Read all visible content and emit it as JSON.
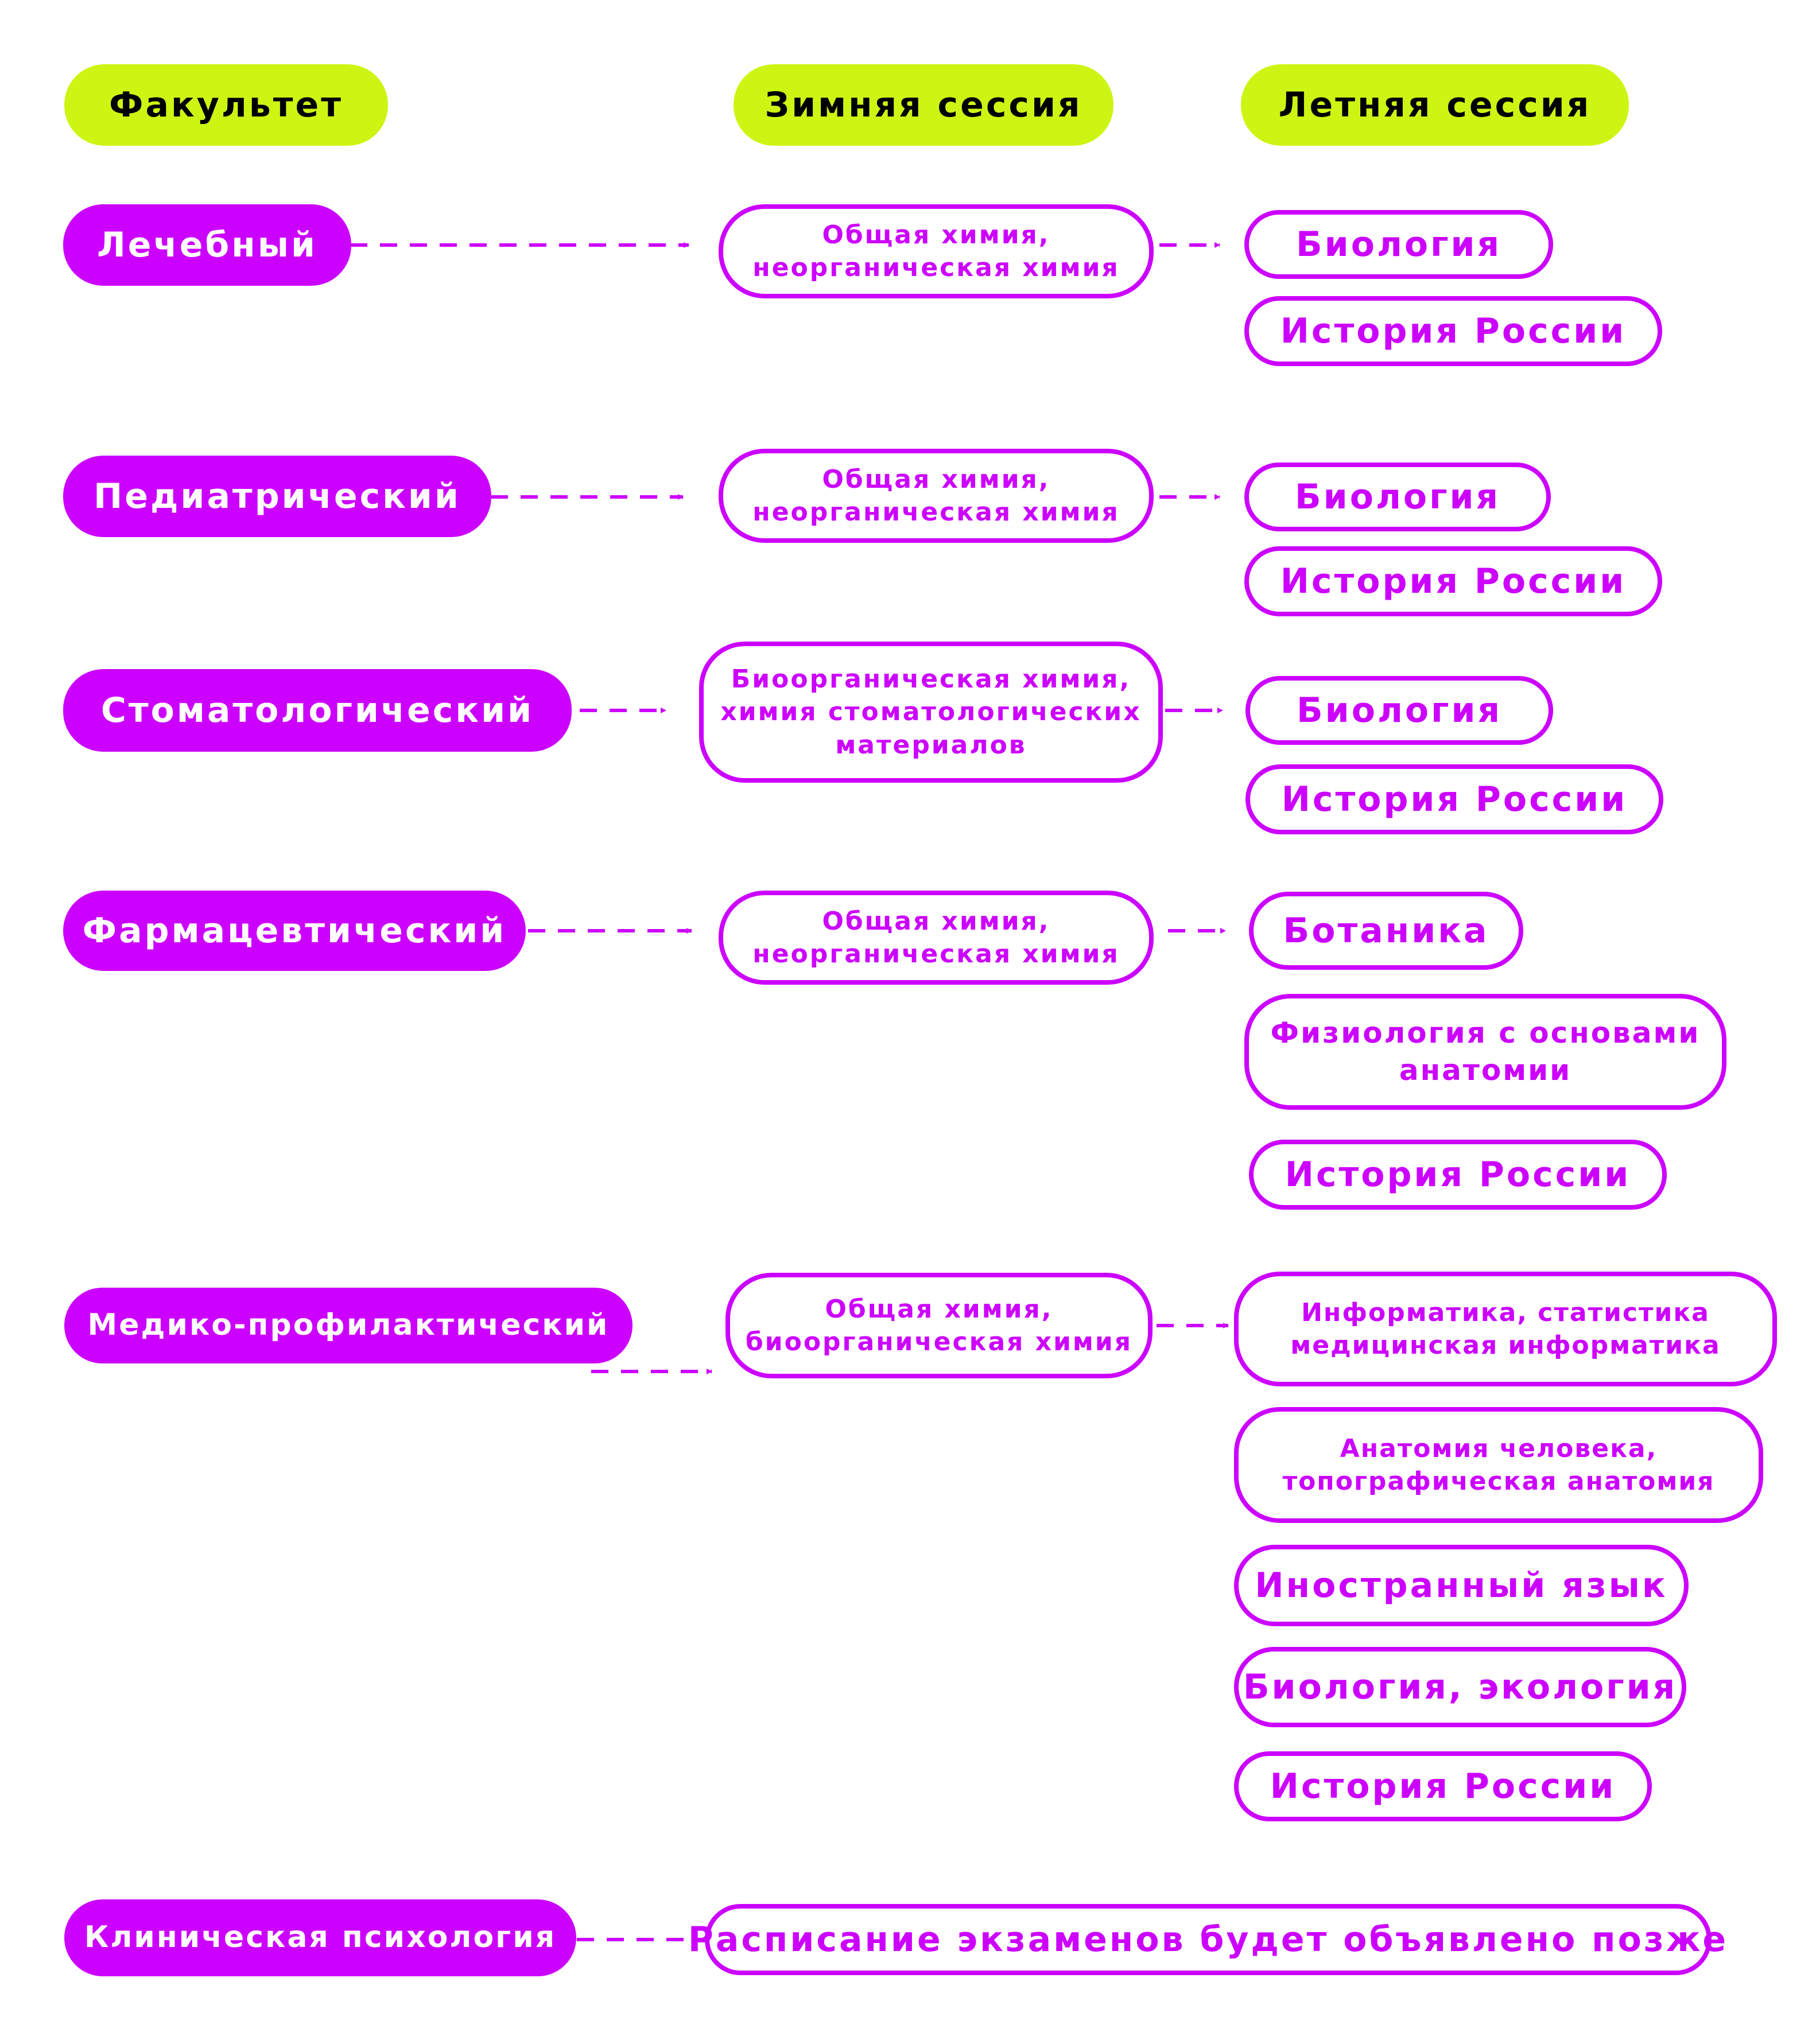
{
  "colors": {
    "header_bg": "#cdf514",
    "accent": "#cc00ff",
    "text_dark": "#000000",
    "text_light": "#ffffff"
  },
  "headers": {
    "faculty": "Факультет",
    "winter": "Зимняя сессия",
    "summer": "Летняя сессия"
  },
  "faculties": [
    {
      "name": "Лечебный",
      "winter": [
        "Общая химия,",
        "неорганическая химия"
      ],
      "summer": [
        [
          "Биология"
        ],
        [
          "История России"
        ]
      ]
    },
    {
      "name": "Педиатрический",
      "winter": [
        "Общая химия,",
        "неорганическая химия"
      ],
      "summer": [
        [
          "Биология"
        ],
        [
          "История России"
        ]
      ]
    },
    {
      "name": "Стоматологический",
      "winter": [
        "Биоорганическая химия,",
        "химия стоматологических",
        "материалов"
      ],
      "summer": [
        [
          "Биология"
        ],
        [
          "История России"
        ]
      ]
    },
    {
      "name": "Фармацевтический",
      "winter": [
        "Общая химия,",
        "неорганическая химия"
      ],
      "summer": [
        [
          "Ботаника"
        ],
        [
          "Физиология с основами",
          "анатомии"
        ],
        [
          "История России"
        ]
      ]
    },
    {
      "name": "Медико-профилактический",
      "winter": [
        "Общая химия,",
        "биоорганическая химия"
      ],
      "summer": [
        [
          "Информатика, статистика",
          "медицинская информатика"
        ],
        [
          "Анатомия человека,",
          "топографическая анатомия"
        ],
        [
          "Иностранный язык"
        ],
        [
          "Биология, экология"
        ],
        [
          "История России"
        ]
      ]
    },
    {
      "name": "Клиническая психология",
      "combined": "Расписание экзаменов будет объявлено позже"
    }
  ]
}
